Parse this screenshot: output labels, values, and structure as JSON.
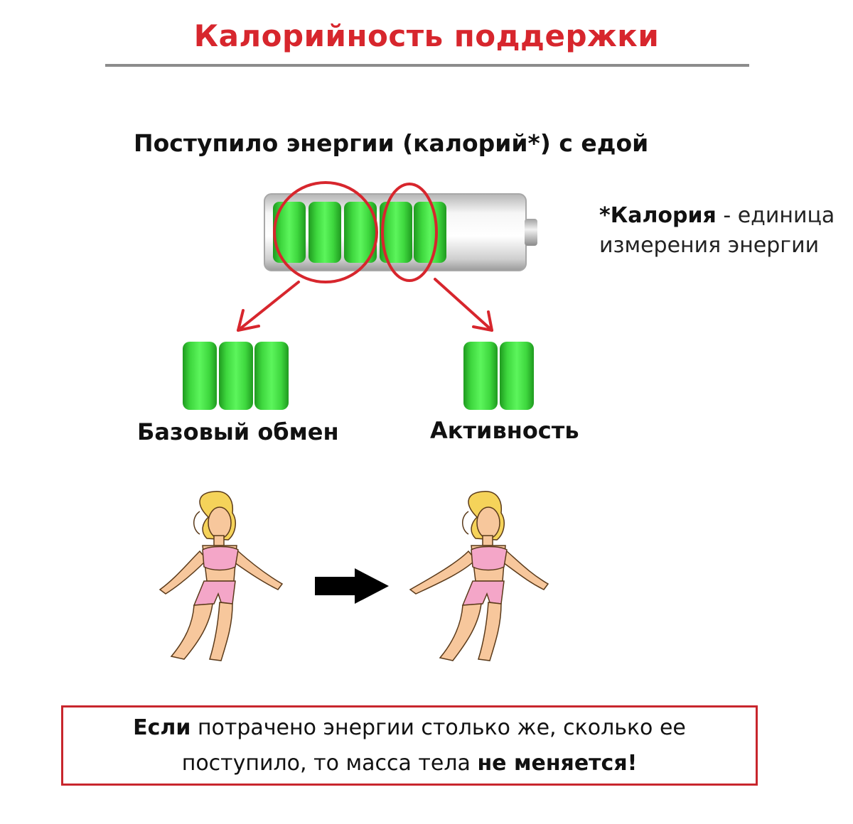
{
  "title": "Калорийность поддержки",
  "subtitle": "Поступило энергии (калорий*) с едой",
  "footnote": {
    "term": "*Калория",
    "line1_rest": " - единица",
    "line2": "измерения энергии"
  },
  "captions": {
    "basal": "Базовый обмен",
    "activity": "Активность"
  },
  "conclusion": {
    "bold1": "Если",
    "text1": " потрачено энергии столько же, сколько ее",
    "text2": "поступило, то масса тела ",
    "bold2": "не меняется!"
  },
  "colors": {
    "accent_red": "#d7262d",
    "battery_green": "#3ed73e",
    "rule_gray": "#8c8c8c"
  },
  "icons": [
    "battery-icon",
    "woman-figure-icon",
    "right-arrow-icon"
  ]
}
